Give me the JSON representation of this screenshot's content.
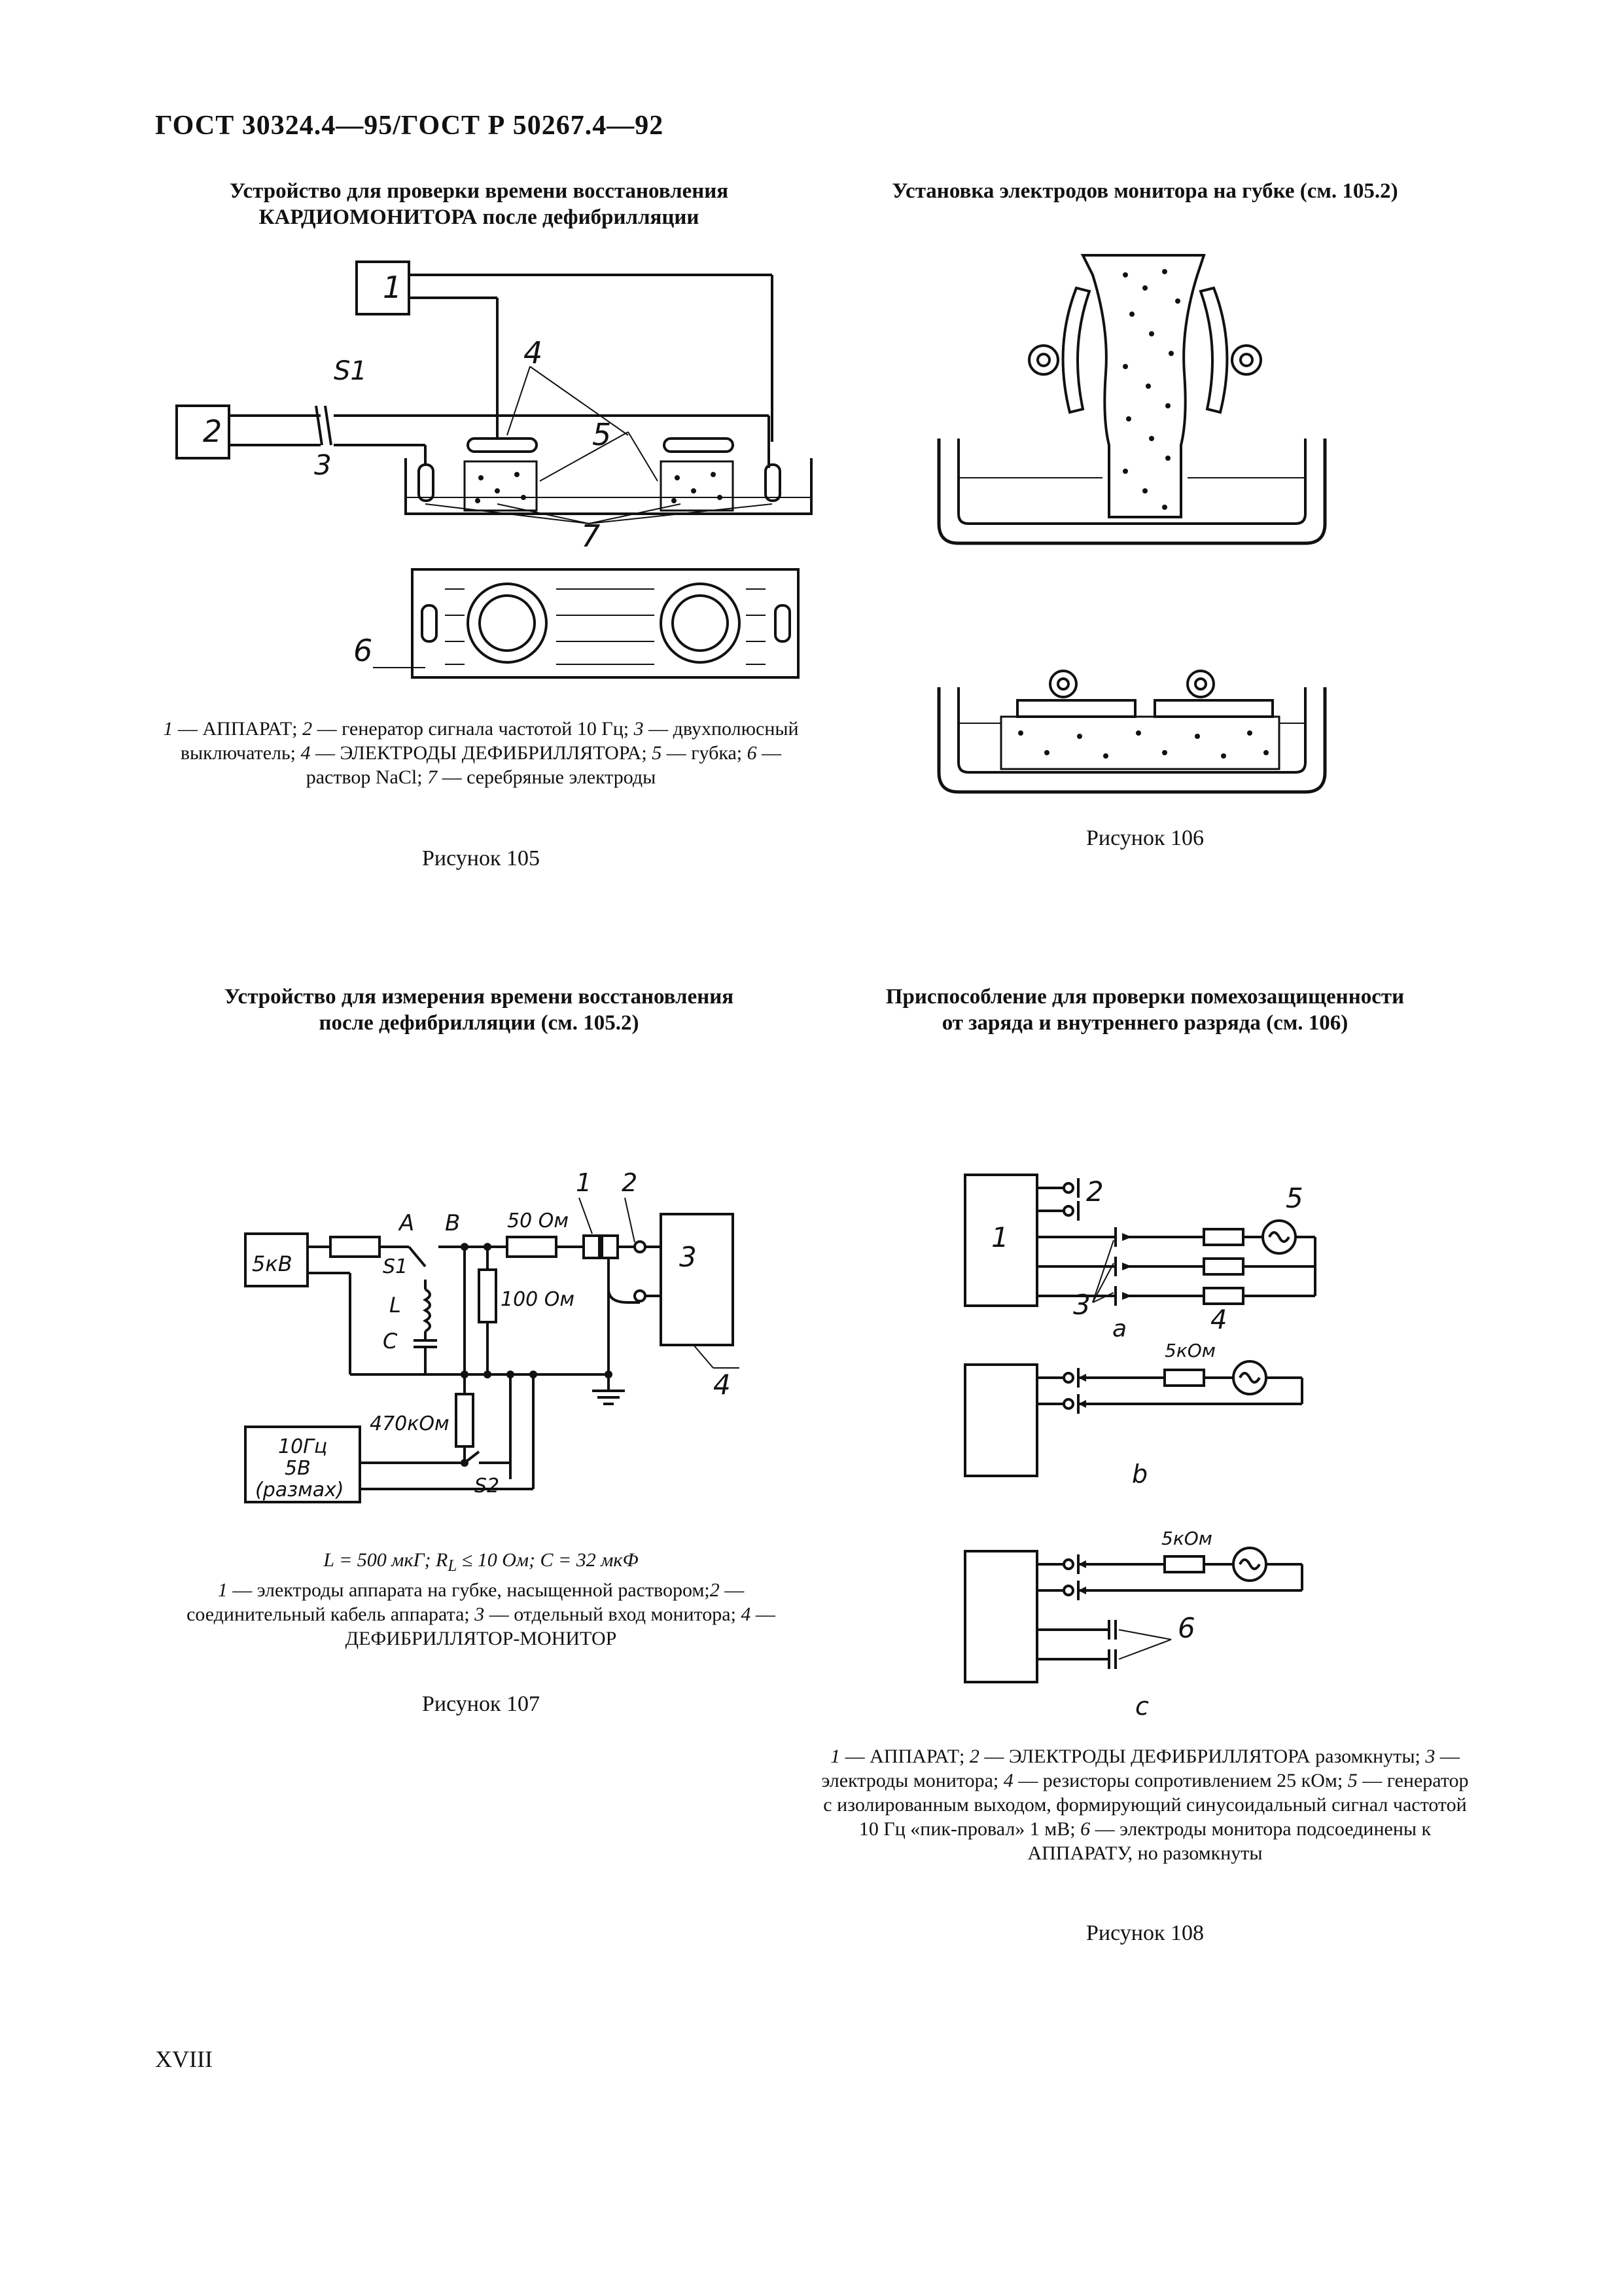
{
  "header": "ГОСТ 30324.4—95/ГОСТ Р 50267.4—92",
  "footer": "XVIII",
  "fig105": {
    "title_line1": "Устройство для проверки времени восстановления",
    "title_line2": "КАРДИОМОНИТОРА после дефибрилляции",
    "legend": [
      {
        "num": "1",
        "text": " — АППАРАТ; "
      },
      {
        "num": "2",
        "text": " — генератор сигнала частотой 10 Гц; "
      },
      {
        "num": "3",
        "text": " — двухполюсный выключатель; "
      },
      {
        "num": "4",
        "text": " — ЭЛЕКТРОДЫ ДЕФИБРИЛЛЯТОРА; "
      },
      {
        "num": "5",
        "text": " — губка; "
      },
      {
        "num": "6",
        "text": " — раствор NaCl; "
      },
      {
        "num": "7",
        "text": " — серебряные электроды"
      }
    ],
    "label": "Рисунок 105",
    "diagram": {
      "box1": "1",
      "box2": "2",
      "switch": "S1",
      "n3": "3",
      "n4": "4",
      "n5": "5",
      "n6": "6",
      "n7": "7"
    }
  },
  "fig106": {
    "title": "Установка электродов монитора на губке (см. 105.2)",
    "label": "Рисунок 106"
  },
  "fig107": {
    "title_line1": "Устройство для измерения времени восстановления",
    "title_line2": "после дефибрилляции (см. 105.2)",
    "formula": "L = 500 мкГ; R",
    "formula_sub": "L",
    "formula_rest": " ≤ 10 Ом; C = 32 мкФ",
    "legend": [
      {
        "num": "1",
        "text": " — электроды аппарата на губке, насыщенной раствором;"
      },
      {
        "num": "2",
        "text": " — соединительный кабель аппарата; "
      },
      {
        "num": "3",
        "text": " — отдельный вход монитора; "
      },
      {
        "num": "4",
        "text": " — ДЕФИБРИЛЛЯТОР-МОНИТОР"
      }
    ],
    "label": "Рисунок 107",
    "diagram": {
      "src": "5кВ",
      "a": "A",
      "b": "B",
      "s1": "S1",
      "l": "L",
      "c": "C",
      "r50": "50 Ом",
      "r100": "100 Ом",
      "r470": "470кОм",
      "s2": "S2",
      "gen1": "10Гц",
      "gen2": "5В",
      "gen3": "(размах)",
      "n1": "1",
      "n2": "2",
      "n3": "3",
      "n4": "4"
    }
  },
  "fig108": {
    "title_line1": "Приспособление для проверки помехозащищенности",
    "title_line2": "от заряда и внутреннего разряда (см. 106)",
    "legend": [
      {
        "num": "1",
        "text": " — АППАРАТ; "
      },
      {
        "num": "2",
        "text": " — ЭЛЕКТРОДЫ ДЕФИБРИЛЛЯТОРА разомкнуты; "
      },
      {
        "num": "3",
        "text": " — электроды монитора; "
      },
      {
        "num": "4",
        "text": " — резисторы сопротивлением 25 кОм; "
      },
      {
        "num": "5",
        "text": " — генератор с изолированным выходом, формирующий синусоидальный сигнал частотой 10 Гц «пик-провал» 1 мВ; "
      },
      {
        "num": "6",
        "text": " — электроды монитора подсоединены к АППАРАТУ, но разомкнуты"
      }
    ],
    "label": "Рисунок 108",
    "diagram": {
      "n1": "1",
      "n2": "2",
      "n3": "3",
      "n4": "4",
      "n5": "5",
      "n6": "6",
      "a": "a",
      "b": "b",
      "c": "c",
      "r5k_b": "5кОм",
      "r5k_c": "5кОм"
    }
  }
}
